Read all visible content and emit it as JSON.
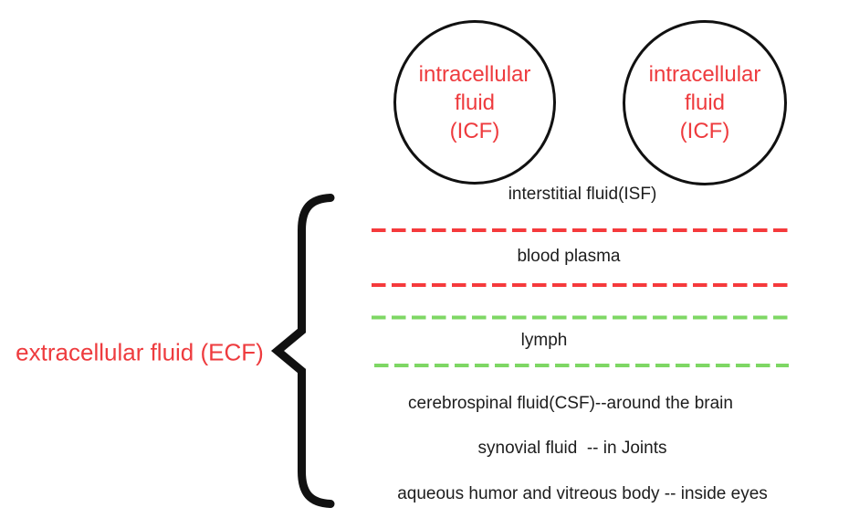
{
  "colors": {
    "ink": "#111111",
    "text_red": "#ee3b3e",
    "dash_red": "#f53a3c",
    "dash_green": "#7ed764"
  },
  "icf_circles": [
    {
      "lines": [
        "intracellular",
        "fluid",
        "(ICF)"
      ]
    },
    {
      "lines": [
        "intracellular",
        "fluid",
        "(ICF)"
      ]
    }
  ],
  "ecf": {
    "label": "extracellular fluid (ECF)"
  },
  "fluids": {
    "interstitial": "interstitial fluid(ISF)",
    "blood_plasma": "blood plasma",
    "lymph": "lymph",
    "csf": "cerebrospinal fluid(CSF)--around the brain",
    "synovial": "synovial fluid  -- in Joints",
    "aqueous": "aqueous humor and vitreous body -- inside eyes"
  }
}
